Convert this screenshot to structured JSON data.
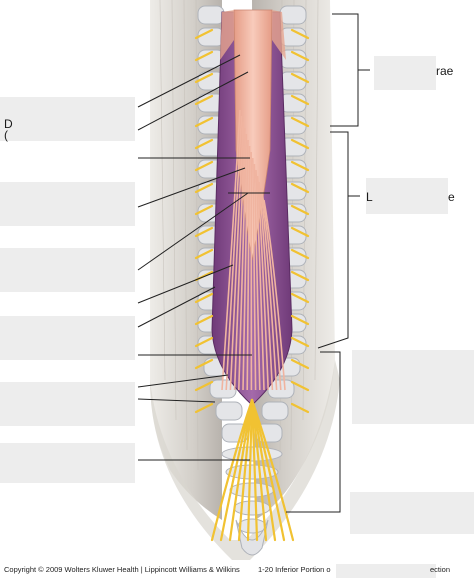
{
  "label_fragments": {
    "left_top_letter": "D",
    "left_top_paren": "(",
    "right_top": "rae",
    "right_middle_letter": "L",
    "right_middle_end": "e",
    "bottom_right": "ection"
  },
  "footer": {
    "credit": "Copyright © 2009 Wolters Kluwer Health | Lippincott Williams & Wilkins",
    "caption_start": "1-20 Inferior Portion o"
  },
  "colors": {
    "muscle": "#d6d2cc",
    "muscle_shadow": "#b9b4ae",
    "bone": "#e4e5e8",
    "bone_shadow": "#b5b8bf",
    "dura_purple": "#8a4d91",
    "dura_light": "#a66aab",
    "cord": "#f3b9a6",
    "cord_dark": "#e39a85",
    "nerve_yellow": "#f1c232",
    "leader_line": "#222222",
    "mask": "#ededed"
  },
  "icons": [
    "spinal-cord-illustration"
  ]
}
